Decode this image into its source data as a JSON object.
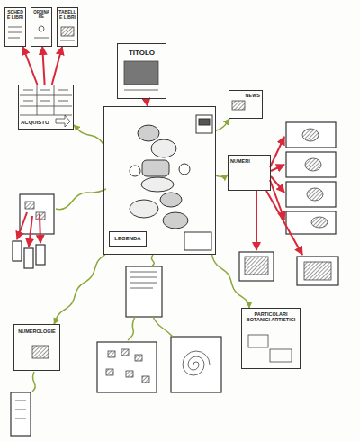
{
  "diagram": {
    "nodes": [
      {
        "text": [
          "SCHEDE LIBRI"
        ]
      },
      {
        "text": [
          "ORDINARE"
        ]
      },
      {
        "text": [
          "TABELLE LIBRI"
        ]
      },
      {
        "text": [
          "ACQUISTO"
        ]
      },
      {
        "text": [
          "TITOLO"
        ]
      },
      {
        "text": [
          "LEGENDA"
        ]
      },
      {
        "text": [
          "NEWS"
        ]
      },
      {
        "text": [
          "NUMERI"
        ]
      },
      {
        "text": [
          "NUMEROLOGIE"
        ]
      },
      {
        "text": [
          "PARTICOLARI BOTANICI ARTISTICI"
        ]
      }
    ],
    "edges": [
      {
        "from": 3,
        "to": 0,
        "arrow": "to"
      },
      {
        "from": 3,
        "to": 1,
        "arrow": "to"
      },
      {
        "from": 3,
        "to": 2,
        "arrow": "to"
      },
      {
        "from": 4,
        "to": 5,
        "arrow": "to"
      },
      {
        "from": 5,
        "to": 3,
        "arrow": "to"
      },
      {
        "from": 5,
        "to": 6,
        "arrow": "to"
      },
      {
        "from": 5,
        "to": 7,
        "arrow": "to"
      },
      {
        "from": 5,
        "to": 8,
        "arrow": "to"
      },
      {
        "from": 5,
        "to": 9,
        "arrow": "to"
      }
    ]
  }
}
